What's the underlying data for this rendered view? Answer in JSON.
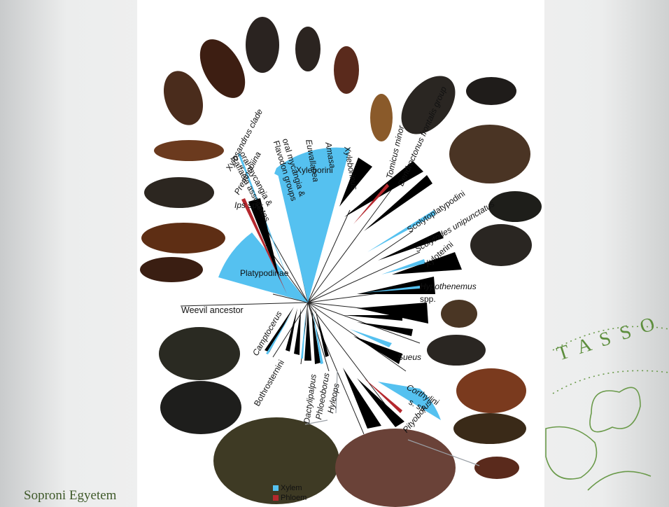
{
  "footer": {
    "institution": "Soproni Egyetem"
  },
  "legend": {
    "items": [
      {
        "label": "Xylem",
        "color": "#55c1f0"
      },
      {
        "label": "Phloem",
        "color": "#b5282e"
      }
    ]
  },
  "clades": {
    "weevil_ancestor": "Weevil ancestor",
    "platypodinae": "Platypodinae",
    "xyleborini": "Xyleborini",
    "xylosandrus": "Xylosandrus clade",
    "premnobiina": "Premnobiina",
    "ips": "Ips",
    "ips_suffix": " spp.",
    "raffaela": "oral mycangia &",
    "raffaela2": "Raffaela associates",
    "flavodon": "oral mycangia &",
    "flavodon2": "Flavodon groups",
    "euwallacea": "Euwallacea",
    "amasa": "Amasa",
    "xyleborinus": "Xyleborinus",
    "tomicus": "Tomicus minor",
    "dendroctonus": "Dendroctonus frontalis group",
    "scolytoplatypodini": "Scolytoplatypodini",
    "scolytodes": "Scolytodes unipunctatus",
    "xyloterini": "Xyloterini",
    "hypothenemus": "Hypothenemus",
    "hypothenemus_spp": "spp.",
    "sueus": "Sueus",
    "corthylini": "Corthylini",
    "corthylini2": "s. str.",
    "pityoborus": "Pityoborus",
    "hyleops": "Hyleops",
    "phloeoborus": "Phloeoborus",
    "dactylipalpus": "Dactylipalpus",
    "bothrosternini": "Bothrosternini",
    "camptocerus": "Camptocerus"
  },
  "watermark": {
    "letters": "T A S S O"
  },
  "colors": {
    "xylem": "#55c1f0",
    "phloem": "#b5282e",
    "fungus": "#000000"
  }
}
